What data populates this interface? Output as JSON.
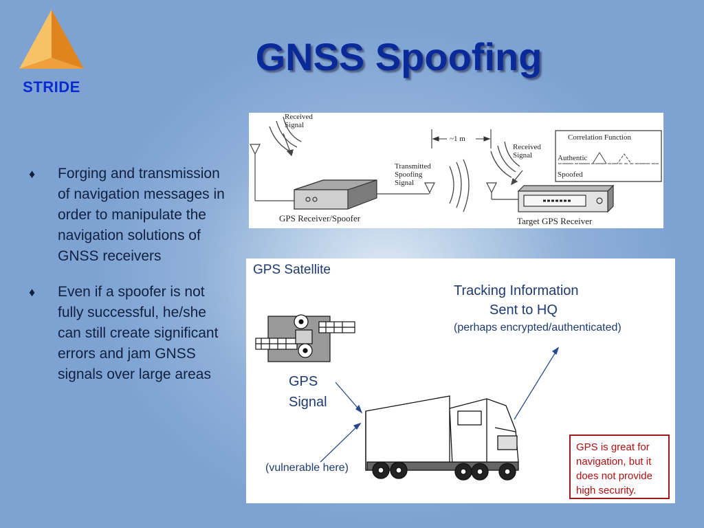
{
  "logo": {
    "text": "STRIDE",
    "colors": {
      "light": "#f7b54a",
      "dark": "#e0851e"
    }
  },
  "title": "GNSS Spoofing",
  "bullets": [
    {
      "marker": "♦",
      "text": "Forging and transmission of navigation messages in order to manipulate the navigation solutions of GNSS receivers"
    },
    {
      "marker": "♦",
      "text": "Even if a spoofer is not fully successful, he/she can still create significant errors and jam GNSS signals over large areas"
    }
  ],
  "diagram_top": {
    "received_signal_1": [
      "Received",
      "Signal"
    ],
    "distance": "~1 m",
    "received_signal_2": [
      "Received",
      "Signal"
    ],
    "transmitted_spoofing_signal": [
      "Transmitted",
      "Spoofing",
      "Signal"
    ],
    "correlation_title": "Correlation Function",
    "authentic": "Authentic",
    "spoofed": "Spoofed",
    "spoofer_caption": "GPS Receiver/Spoofer",
    "target_caption": "Target GPS Receiver"
  },
  "diagram_bottom": {
    "satellite_label": "GPS Satellite",
    "tracking_line1": "Tracking Information",
    "tracking_line2": "Sent to HQ",
    "tracking_line3": "(perhaps encrypted/authenticated)",
    "gps_signal_line1": "GPS",
    "gps_signal_line2": "Signal",
    "vulnerable": "(vulnerable here)",
    "note": "GPS is great for navigation, but it does not provide high security.",
    "colors": {
      "text": "#1f3a70",
      "note": "#b01010"
    }
  },
  "theme": {
    "title": "#0b2a9a",
    "logo_text": "#0a2bd0"
  }
}
